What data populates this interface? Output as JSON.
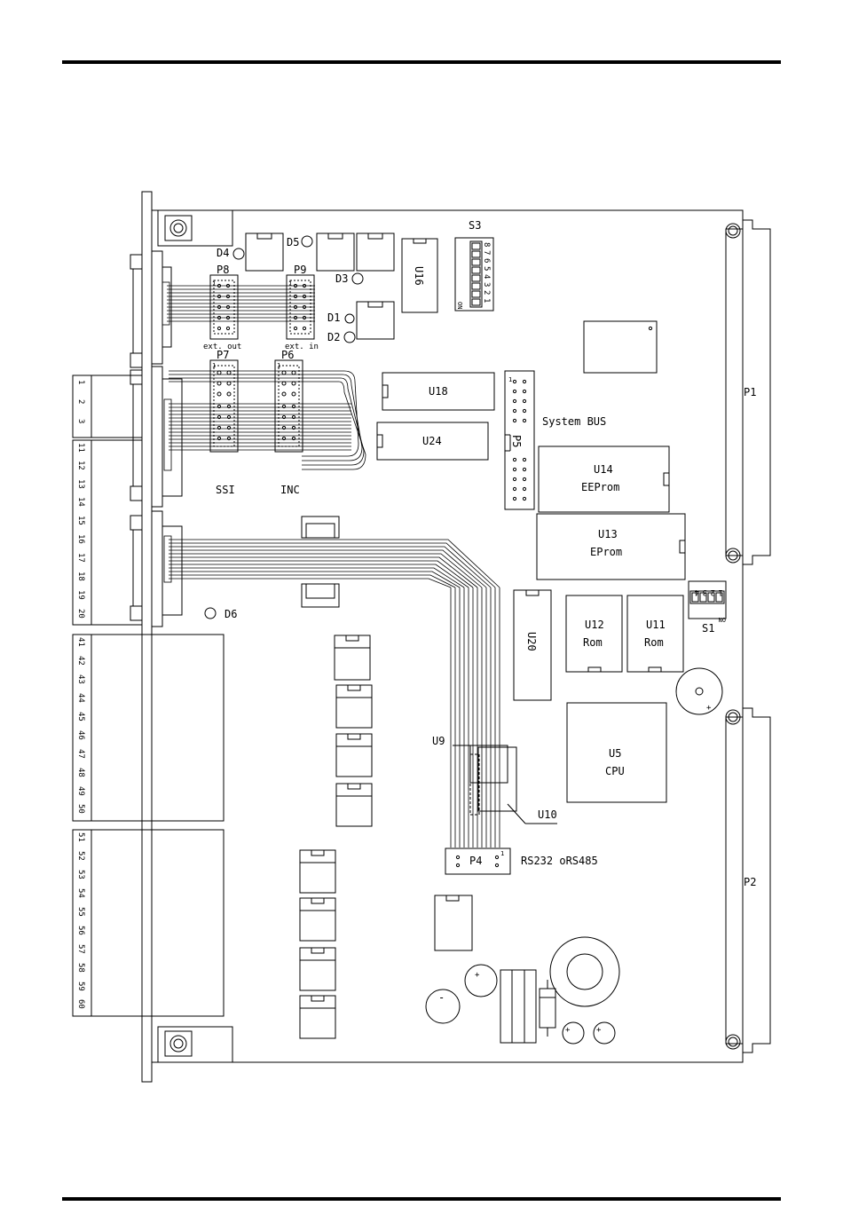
{
  "connectors": {
    "p8": "P8",
    "p9": "P9",
    "p7": "P7",
    "p6": "P6",
    "p5": "P5",
    "p4": "P4",
    "p1": "P1",
    "p2": "P2",
    "ext_out": "ext. out",
    "ext_in": "ext. in",
    "ssi": "SSI",
    "inc": "INC",
    "system_bus": "System BUS",
    "rs232": "RS232 oRS485",
    "pin_one": "1"
  },
  "leds": {
    "d1": "D1",
    "d2": "D2",
    "d3": "D3",
    "d4": "D4",
    "d5": "D5",
    "d6": "D6"
  },
  "chips": {
    "u16": "U16",
    "u18": "U18",
    "u24": "U24",
    "u14": "U14",
    "u14_sub": "EEProm",
    "u13": "U13",
    "u13_sub": "EProm",
    "u20": "U20",
    "u12": "U12",
    "u11": "U11",
    "rom": "Rom",
    "u5": "U5",
    "u5_sub": "CPU",
    "u9": "U9",
    "u10": "U10"
  },
  "switches": {
    "s3": "S3",
    "s1": "S1",
    "on": "ON",
    "s3_numbers": [
      "1",
      "2",
      "3",
      "4",
      "5",
      "6",
      "7",
      "8"
    ],
    "s1_numbers": [
      "1",
      "2",
      "3",
      "4"
    ]
  },
  "terminals": {
    "block_a": [
      "1",
      "2",
      "3"
    ],
    "block_b": [
      "11",
      "12",
      "13",
      "14",
      "15",
      "16",
      "17",
      "18",
      "19",
      "20"
    ],
    "block_c": [
      "41",
      "42",
      "43",
      "44",
      "45",
      "46",
      "47",
      "48",
      "49",
      "50"
    ],
    "block_d": [
      "51",
      "52",
      "53",
      "54",
      "55",
      "56",
      "57",
      "58",
      "59",
      "60"
    ]
  },
  "misc": {
    "plus": "+",
    "minus": "-"
  }
}
